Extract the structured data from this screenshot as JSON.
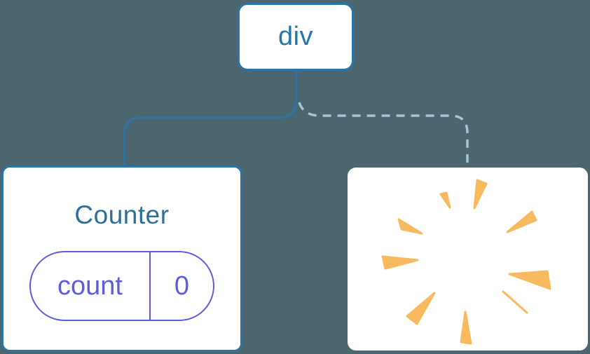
{
  "diagram": {
    "description": "component-tree-diagram",
    "background": "#4C666F",
    "root": {
      "label": "div"
    },
    "counter": {
      "title": "Counter",
      "state": {
        "name": "count",
        "value": "0"
      }
    },
    "removed": {
      "icon": "poof-starburst"
    },
    "links": [
      {
        "from": "div",
        "to": "Counter",
        "style": "solid"
      },
      {
        "from": "div",
        "to": "removed-node",
        "style": "dashed"
      }
    ],
    "colors": {
      "background": "#4C666F",
      "node_fill": "#FFFFFF",
      "node_border": "#2B74A3",
      "root_label": "#2577A9",
      "counter_title": "#2E6F96",
      "state_pill": "#5E5EDB",
      "solid_link": "#2B74A3",
      "dashed_link": "#A5C3D9",
      "poof": "#F9B95F"
    }
  }
}
